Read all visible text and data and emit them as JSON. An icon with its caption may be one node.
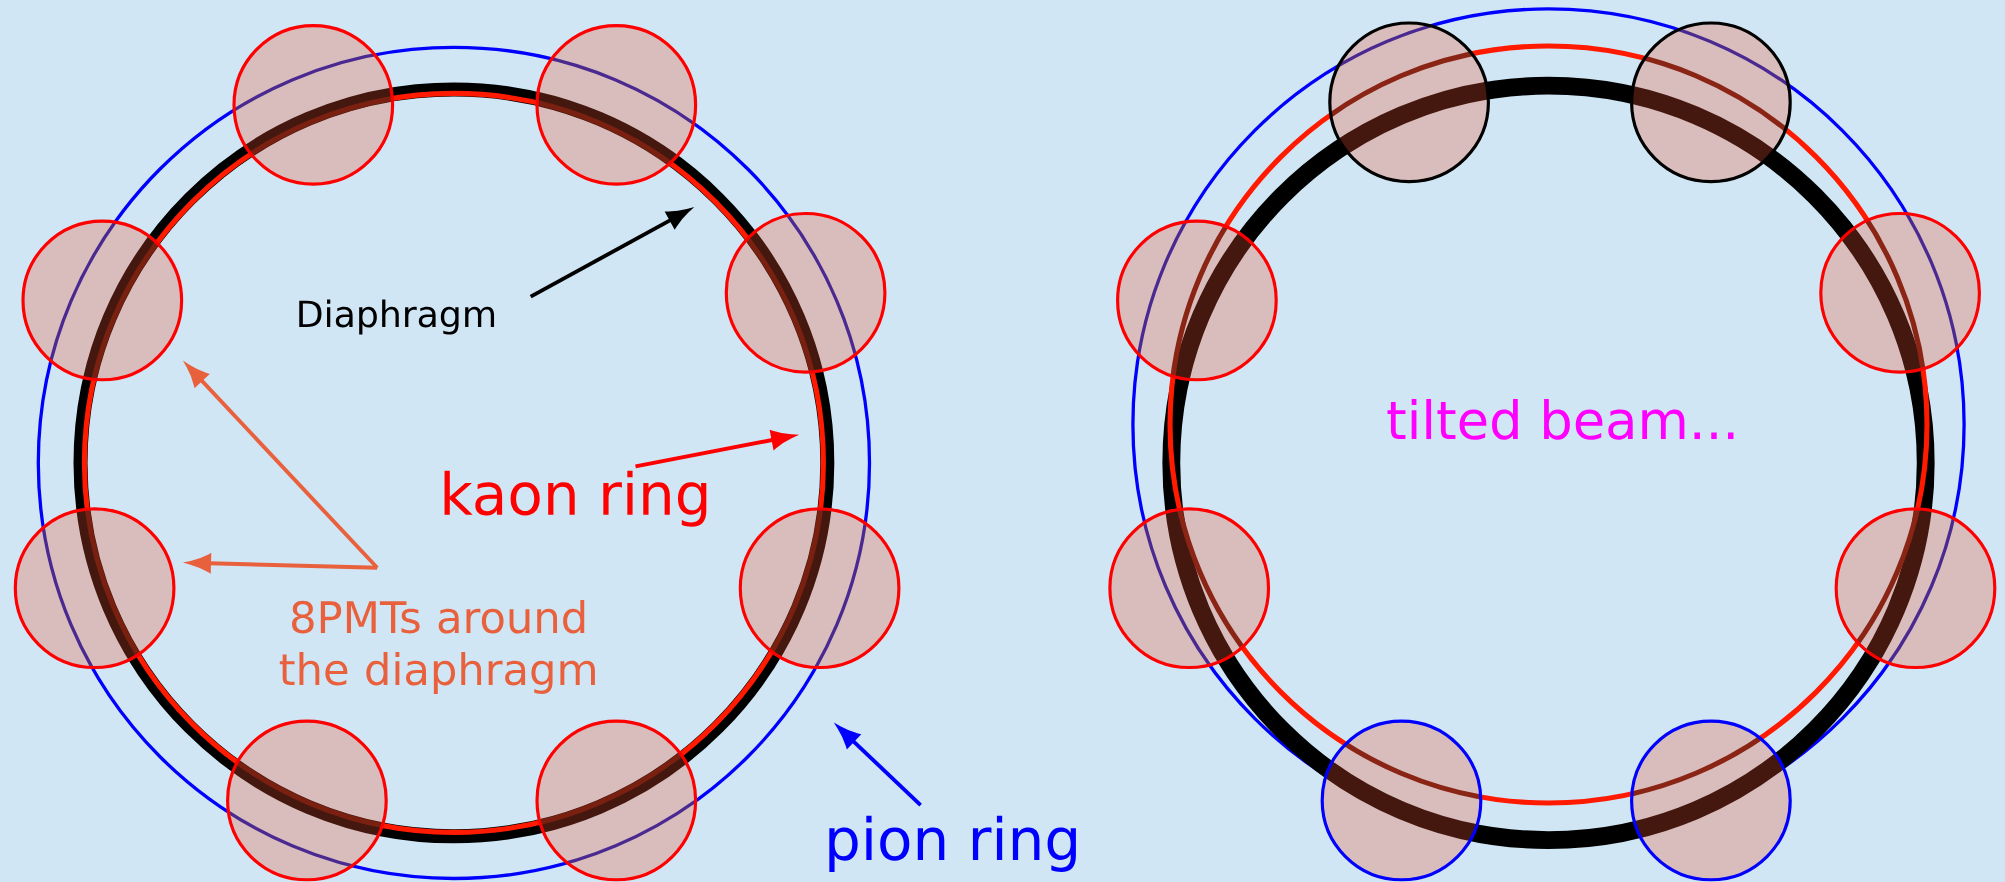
{
  "diagram": {
    "nodes": [
      {
        "text": [
          "Diaphragm"
        ]
      },
      {
        "text": [
          "kaon ring"
        ]
      },
      {
        "text": [
          "8PMTs around the diaphragm"
        ]
      },
      {
        "text": [
          "pion ring"
        ]
      }
    ],
    "edges": [
      {
        "from": 0,
        "to": null,
        "arrow": "to",
        "color": "#000000"
      },
      {
        "from": 1,
        "to": null,
        "arrow": "to",
        "color": "#ff0000"
      },
      {
        "from": 2,
        "to": null,
        "arrow": "to",
        "color": "#e8603c"
      },
      {
        "from": 2,
        "to": null,
        "arrow": "to",
        "color": "#e8603c"
      },
      {
        "from": 3,
        "to": null,
        "arrow": "to",
        "color": "#0000ff"
      }
    ],
    "labels": [
      "tilted beam..."
    ]
  }
}
